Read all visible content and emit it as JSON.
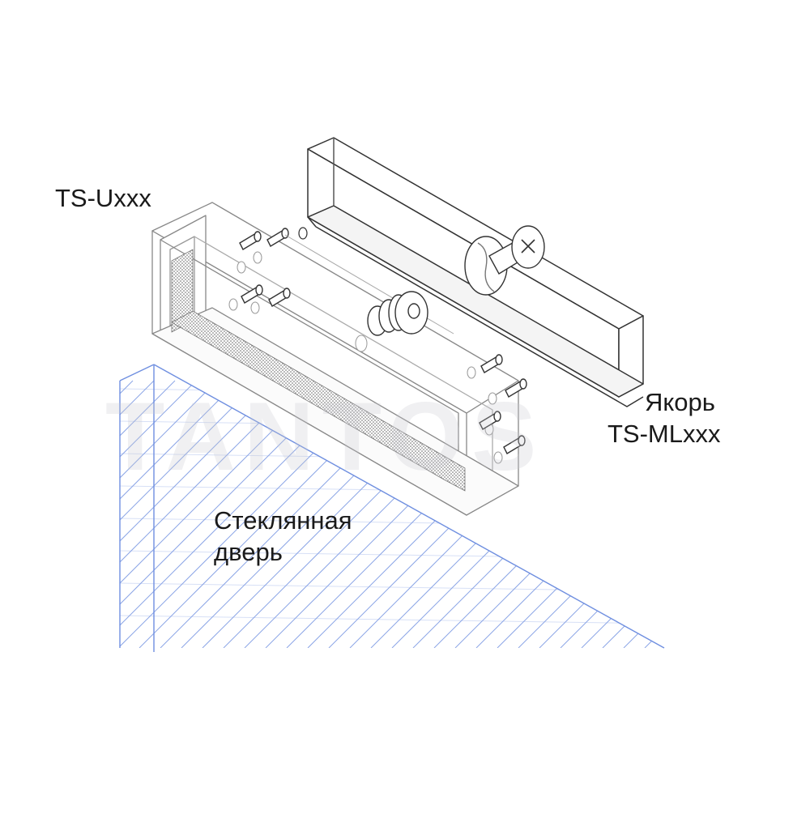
{
  "labels": {
    "bracket": "TS-Uxxx",
    "anchor_line1": "Якорь",
    "anchor_line2": "TS-MLxxx",
    "door_line1": "Стеклянная",
    "door_line2": "дверь"
  },
  "watermark": "TANTOS",
  "colors": {
    "glass_lines": "#6f8fe0",
    "outline": "#333333",
    "mesh": "#555555"
  }
}
